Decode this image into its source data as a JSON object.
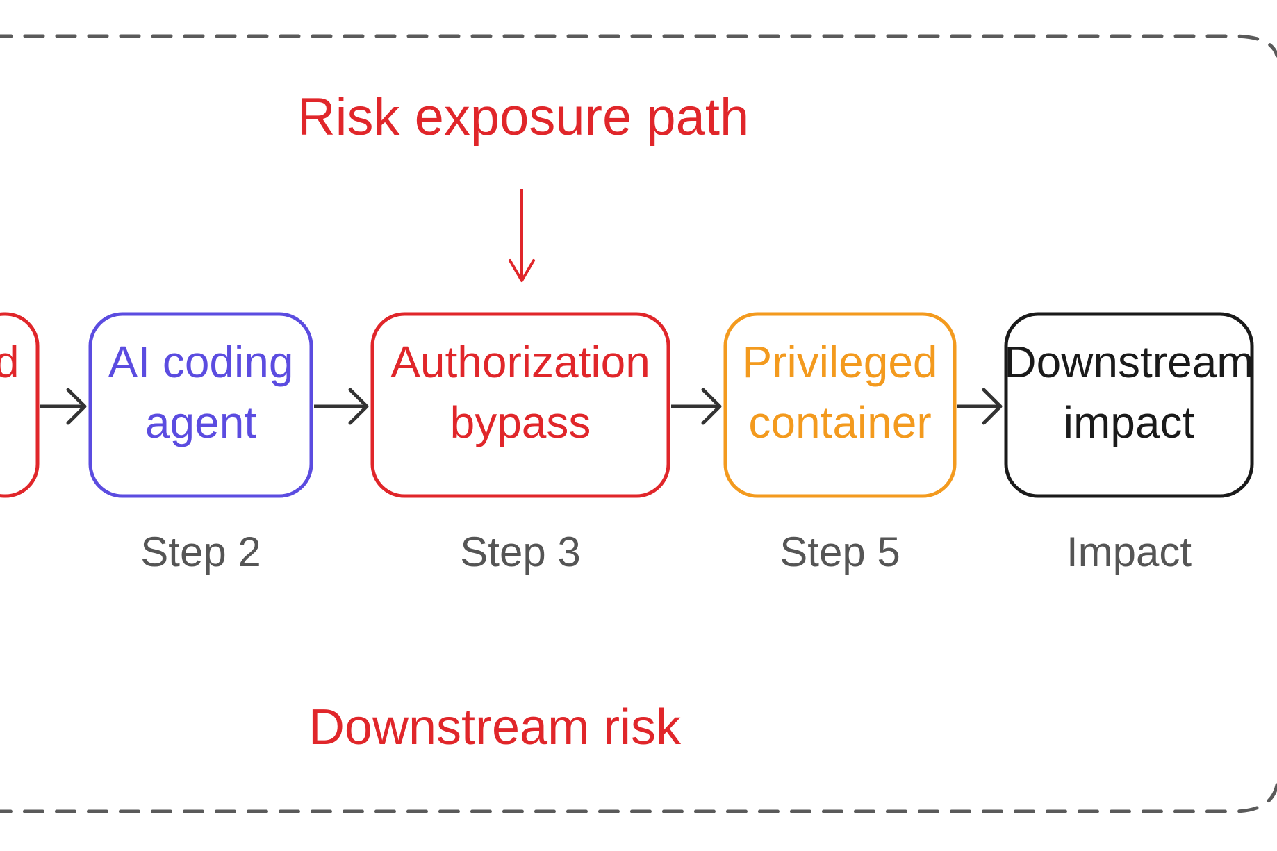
{
  "diagram": {
    "title": "Risk exposure path",
    "footer": "Downstream risk",
    "colors": {
      "red": "#e0262a",
      "purple": "#5b4ce0",
      "orange": "#f39a1e",
      "black": "#1a1a1a",
      "gray_text": "#555555",
      "dash_border": "#5a5a5a",
      "arrow": "#333333"
    },
    "nodes": [
      {
        "id": "node-partial",
        "lines": [
          "d"
        ],
        "color": "#e0262a",
        "caption": ""
      },
      {
        "id": "node-ai-coding-agent",
        "lines": [
          "AI coding",
          "agent"
        ],
        "color": "#5b4ce0",
        "caption": "Step 2"
      },
      {
        "id": "node-authorization-bypass",
        "lines": [
          "Authorization",
          "bypass"
        ],
        "color": "#e0262a",
        "caption": "Step 3"
      },
      {
        "id": "node-privileged-container",
        "lines": [
          "Privileged",
          "container"
        ],
        "color": "#f39a1e",
        "caption": "Step 5"
      },
      {
        "id": "node-downstream-impact",
        "lines": [
          "Downstream",
          "impact"
        ],
        "color": "#1a1a1a",
        "caption": "Impact"
      }
    ]
  }
}
